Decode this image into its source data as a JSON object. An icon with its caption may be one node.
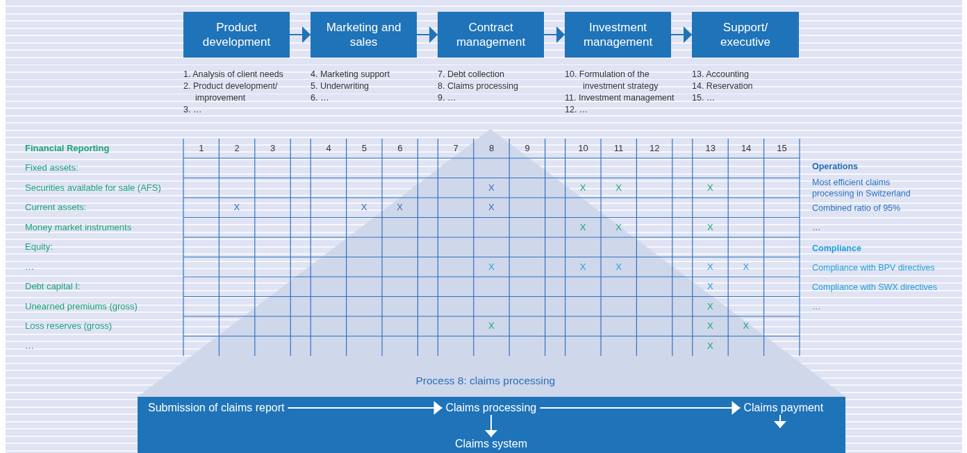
{
  "diagram": {
    "nodes": [
      {
        "text": [
          "Product development"
        ],
        "beside": [
          "1. Analysis of client needs",
          "2. Product development/ improvement",
          "3. …"
        ]
      },
      {
        "text": [
          "Marketing and sales"
        ],
        "beside": [
          "4. Marketing support",
          "5. Underwriting",
          "6. …"
        ]
      },
      {
        "text": [
          "Contract management"
        ],
        "beside": [
          "7. Debt collection",
          "8. Claims processing",
          "9. …"
        ]
      },
      {
        "text": [
          "Investment management"
        ],
        "beside": [
          "10. Formulation of the investment strategy",
          "11. Investment management",
          "12. …"
        ]
      },
      {
        "text": [
          "Support/ executive"
        ],
        "beside": [
          "13. Accounting",
          "14. Reservation",
          "15. …"
        ]
      },
      {
        "text": [],
        "shape": "bar"
      },
      {
        "text": [
          "Submission of claims report"
        ],
        "in": 5
      },
      {
        "text": [
          "Claims processing"
        ],
        "in": 5
      },
      {
        "text": [
          "Claims payment"
        ],
        "in": 5
      },
      {
        "text": [
          "Claims system"
        ],
        "in": 5
      }
    ],
    "edges": [
      {
        "from": 0,
        "to": 1,
        "arrow": "to"
      },
      {
        "from": 1,
        "to": 2,
        "arrow": "to"
      },
      {
        "from": 2,
        "to": 3,
        "arrow": "to"
      },
      {
        "from": 3,
        "to": 4,
        "arrow": "to"
      },
      {
        "from": 6,
        "to": 7,
        "arrow": "to",
        "color": "#ffffff"
      },
      {
        "from": 7,
        "to": 8,
        "arrow": "to",
        "color": "#ffffff"
      },
      {
        "from": 7,
        "to": 9,
        "arrow": "to",
        "color": "#ffffff"
      },
      {
        "from": 8,
        "to": null,
        "arrow": "to",
        "color": "#ffffff"
      }
    ],
    "labels": [
      "Financial Reporting",
      "1",
      "2",
      "3",
      "4",
      "5",
      "6",
      "7",
      "8",
      "9",
      "10",
      "11",
      "12",
      "13",
      "14",
      "15",
      "Fixed assets:",
      "Securities available for sale (AFS)",
      "X",
      "X",
      "X",
      "X",
      "Current assets:",
      "X",
      "X",
      "X",
      "X",
      "Money market instruments",
      "X",
      "X",
      "X",
      "Equity:",
      "…",
      "X",
      "X",
      "X",
      "X",
      "X",
      "Debt capital I:",
      "X",
      "Unearned premiums (gross)",
      "X",
      "Loss reserves (gross)",
      "X",
      "X",
      "X",
      "…",
      "X",
      "Operations",
      "Most efficient claims processing in Switzerland",
      "Combined ratio of 95%",
      "…",
      "Compliance",
      "Compliance with BPV directives",
      "Compliance with SWX directives",
      "…",
      "Process 8: claims processing"
    ]
  }
}
